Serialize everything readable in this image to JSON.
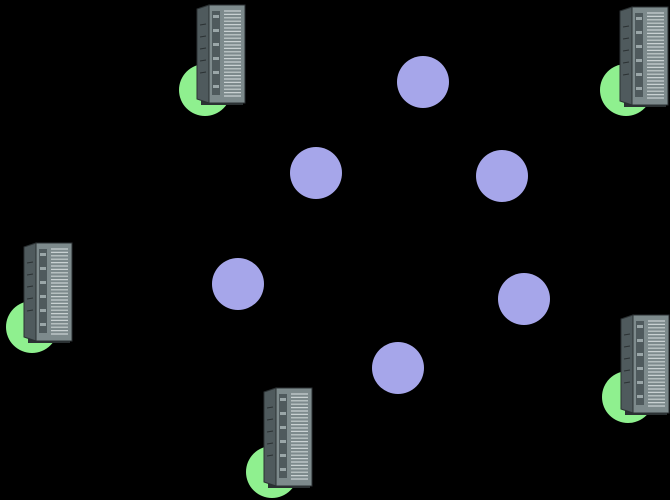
{
  "colors": {
    "background": "#000000",
    "node_fill": "#a6a6ea",
    "server_badge": "#8ff08f",
    "server_body": "#4f5a5d",
    "server_front": "#7d8a8c",
    "server_edge": "#2b3133"
  },
  "nodes": [
    {
      "id": "node-top"
    },
    {
      "id": "node-upper-left"
    },
    {
      "id": "node-upper-right"
    },
    {
      "id": "node-middle-left"
    },
    {
      "id": "node-middle-right"
    },
    {
      "id": "node-bottom"
    }
  ],
  "servers": [
    {
      "id": "server-top-left",
      "icon": "server-tower-icon"
    },
    {
      "id": "server-top-right",
      "icon": "server-tower-icon"
    },
    {
      "id": "server-left",
      "icon": "server-tower-icon"
    },
    {
      "id": "server-right",
      "icon": "server-tower-icon"
    },
    {
      "id": "server-bottom",
      "icon": "server-tower-icon"
    }
  ]
}
